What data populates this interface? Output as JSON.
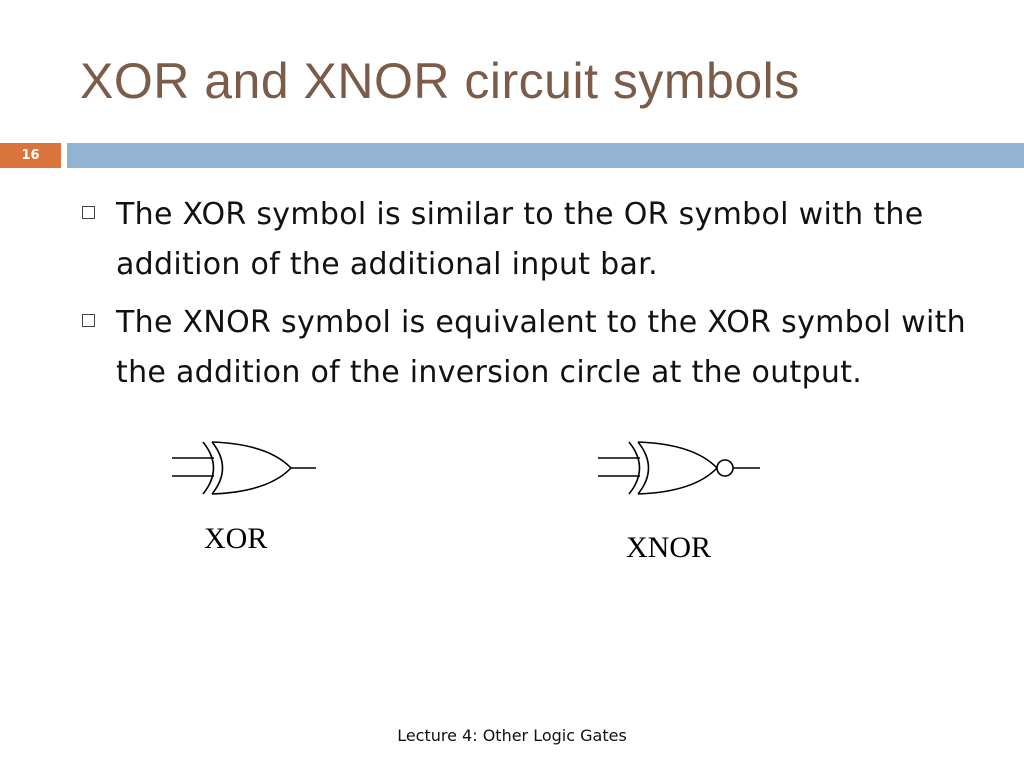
{
  "slide": {
    "title": "XOR and XNOR circuit symbols",
    "number": "16",
    "bullets": [
      "The XOR symbol is similar to the OR symbol with the addition of the additional input bar.",
      "The XNOR symbol is equivalent to the XOR symbol with the addition of the inversion circle at the output."
    ],
    "gates": {
      "xor_label": "XOR",
      "xnor_label": "XNOR"
    },
    "footer": "Lecture 4: Other Logic Gates"
  },
  "colors": {
    "title": "#7a5c49",
    "slide_number_bg": "#d9743d",
    "accent_bar": "#93b3d2"
  }
}
